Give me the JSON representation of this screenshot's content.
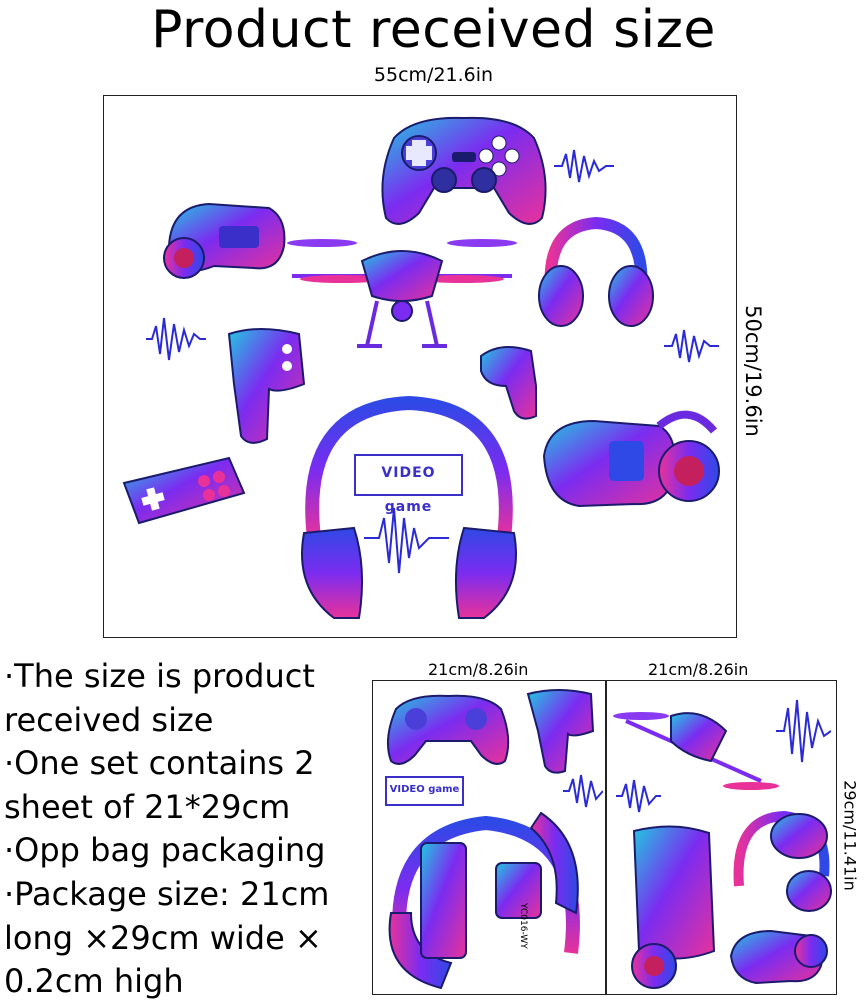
{
  "title": "Product received size",
  "main_dimensions": {
    "width": "55cm/21.6in",
    "height": "50cm/19.6in"
  },
  "notes": [
    "·The size is product",
    "received size",
    "·One set contains 2",
    "sheet of 21*29cm",
    "·Opp bag packaging",
    "·Package size: 21cm",
    "long ×29cm wide ×",
    "0.2cm high"
  ],
  "sheets": {
    "sheet1_width": "21cm/8.26in",
    "sheet2_width": "21cm/8.26in",
    "height": "29cm/11.41in"
  },
  "sticker_logo_text": "VIDEO game",
  "sheet_code": "YC016-WY",
  "colors": {
    "neon_pink": "#e8329a",
    "neon_purple": "#7b2cf0",
    "neon_blue": "#2f49e6",
    "neon_cyan": "#22c8e0",
    "wave_blue": "#2b2bd6"
  },
  "stickers": [
    "gamepad-icon",
    "vr-headset-icon",
    "drone-icon",
    "headphones-icon",
    "sound-wave-icon",
    "handheld-controller-icon",
    "retro-controller-icon",
    "big-headphones-icon"
  ]
}
